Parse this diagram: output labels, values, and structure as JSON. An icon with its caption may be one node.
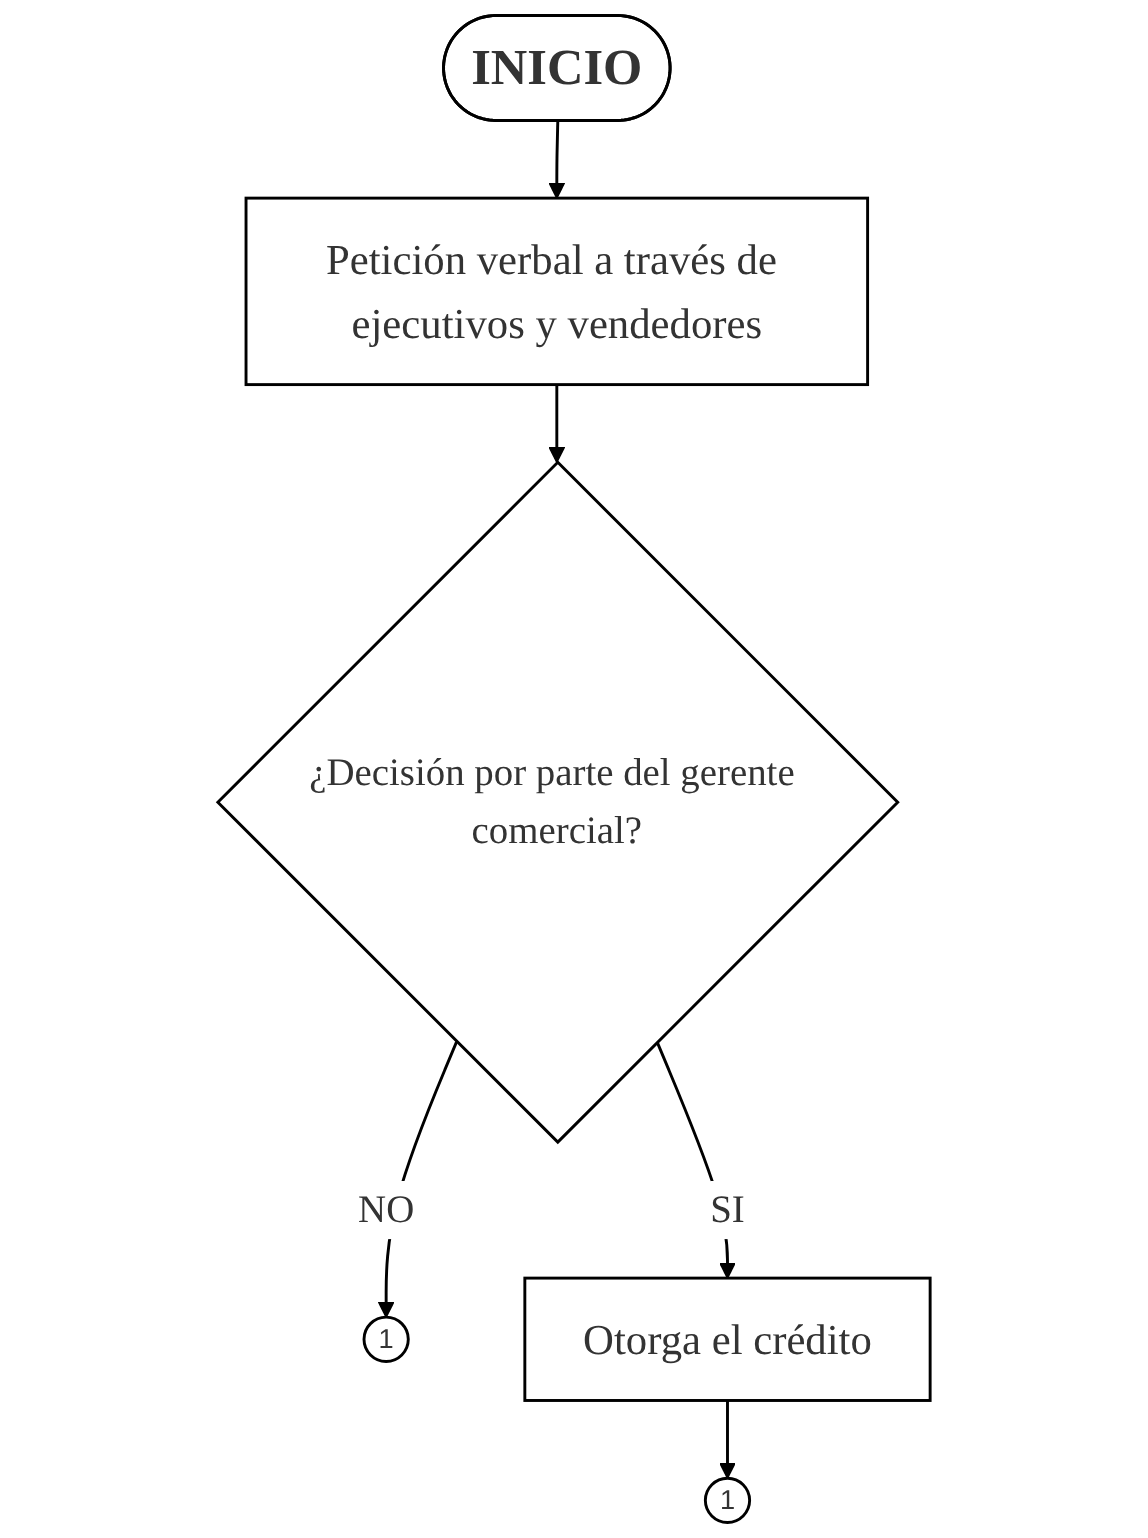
{
  "diagram": {
    "nodes": [
      {
        "text": [
          "INICIO"
        ]
      },
      {
        "text": [
          "Petición verbal a través de ejecutivos y vendedores"
        ]
      },
      {
        "text": [
          "¿Decisión por parte del gerente comercial?"
        ]
      },
      {
        "text": [
          "1"
        ]
      },
      {
        "text": [
          "Otorga el crédito"
        ]
      },
      {
        "text": [
          "1"
        ]
      }
    ],
    "edges": [
      {
        "from": 0,
        "to": 1,
        "arrow": "to"
      },
      {
        "from": 1,
        "to": 2,
        "arrow": "to"
      },
      {
        "from": 2,
        "to": 3,
        "label": "NO",
        "arrow": "to"
      },
      {
        "from": 2,
        "to": 4,
        "label": "SI",
        "arrow": "to"
      },
      {
        "from": 4,
        "to": 5,
        "arrow": "to"
      }
    ]
  }
}
